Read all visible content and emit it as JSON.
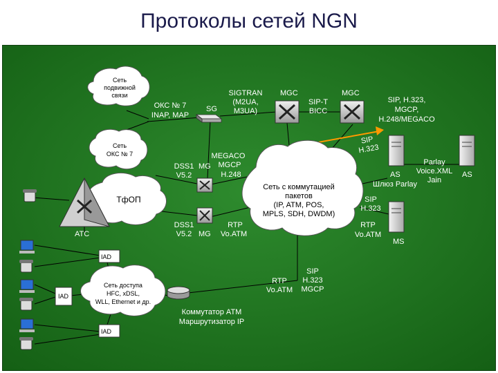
{
  "title": "Протоколы сетей NGN",
  "colors": {
    "background": "#1b7a1b",
    "cloud": "#ffffff",
    "link": "#000000",
    "signal": "#ff9900"
  },
  "clouds": {
    "mobile": [
      "Сеть",
      "подвижной",
      "связи"
    ],
    "ss7": [
      "Сеть",
      "ОКС № 7"
    ],
    "pstn": "ТфОП",
    "packet": [
      "Сеть с коммутацией",
      "пакетов",
      "(IP, ATM, POS,",
      "MPLS, SDH, DWDM)"
    ],
    "access": [
      "Сеть доступа",
      "HFC, xDSL,",
      "WLL, Ethernet и др."
    ]
  },
  "labels": {
    "oks7": [
      "ОКС № 7",
      "INAP, MAP"
    ],
    "sigtran": [
      "SIGTRAN",
      "(M2UA,",
      "M3UA)"
    ],
    "sg": "SG",
    "mgc1": "MGC",
    "mgc2": "MGC",
    "sipt": [
      "SIP-T",
      "BICC"
    ],
    "sip_top": [
      "SIP, H.323,",
      "MGCP,",
      "H.248/MEGACO"
    ],
    "sip_h323_diag": [
      "SIP",
      "H.323"
    ],
    "megaco": [
      "MEGACO",
      "MGCP",
      "H.248"
    ],
    "dss1_top": [
      "DSS1",
      "V5.2"
    ],
    "mg_top": "MG",
    "dss1_bot": [
      "DSS1",
      "V5.2"
    ],
    "mg_bot": "MG",
    "rtp_voatm_mg": [
      "RTP",
      "Vo.ATM"
    ],
    "parlay": [
      "Parlay",
      "Voice.XML",
      "Jain"
    ],
    "as1": "AS",
    "as2": "AS",
    "parlay_gw": "Шлюз Parlay",
    "sip_h323_ms": [
      "SIP",
      "H.323"
    ],
    "rtp_voatm_ms": [
      "RTP",
      "Vo.ATM"
    ],
    "ms": "MS",
    "atc": "АТС",
    "iad_top": "IAD",
    "iad_left": "IAD",
    "iad_bottom": "IAD",
    "rtp_voatm_router": [
      "RTP",
      "Vo.ATM"
    ],
    "sip_router": [
      "SIP",
      "H.323",
      "MGCP"
    ],
    "router_caption": [
      "Коммутатор ATM",
      "Маршрутизатор IP"
    ]
  },
  "icons": [
    "mobile-phone-icon",
    "switch-icon",
    "server-icon",
    "router-icon",
    "computer-icon",
    "phone-icon"
  ]
}
